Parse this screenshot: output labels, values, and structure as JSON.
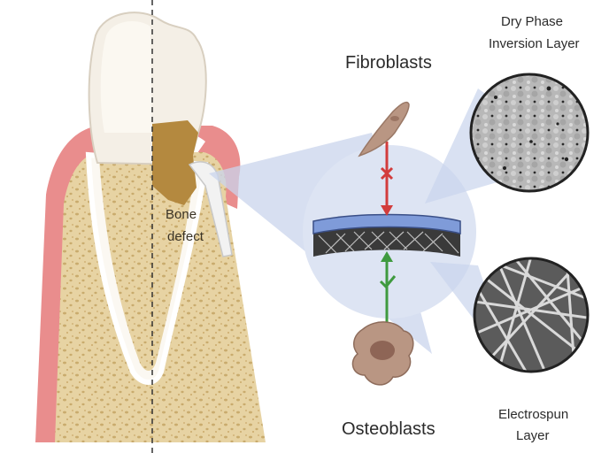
{
  "labels": {
    "bone_defect_line1": "Bone",
    "bone_defect_line2": "defect",
    "fibroblasts": "Fibroblasts",
    "osteoblasts": "Osteoblasts",
    "dry_phase_line1": "Dry Phase",
    "dry_phase_line2": "Inversion Layer",
    "electrospun_line1": "Electrospun",
    "electrospun_line2": "Layer"
  },
  "colors": {
    "gingiva": "#e98d8d",
    "bone": "#e7d3a3",
    "bone_dots": "#c9ab6d",
    "enamel": "#f4efe6",
    "defect": "#b4893f",
    "zoom_circle": "#dde4f3",
    "membrane_top": "#7f9bd9",
    "blocked_arrow": "#d23c3c",
    "allowed_arrow": "#3f9a3f",
    "cell": "#b99683"
  },
  "icons": [
    "blocked-x-icon",
    "allowed-check-icon"
  ]
}
